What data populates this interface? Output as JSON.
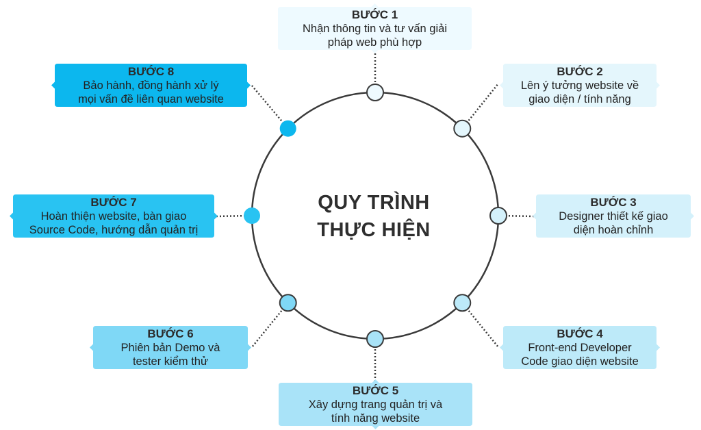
{
  "center": {
    "line1": "QUY TRÌNH",
    "line2": "THỰC HIỆN"
  },
  "steps": [
    {
      "title": "BƯỚC 1",
      "desc1": "Nhận thông tin và tư vấn giải",
      "desc2": "pháp web phù hợp",
      "box_color": "#eefaff",
      "node_color": "#eefaff"
    },
    {
      "title": "BƯỚC 2",
      "desc1": "Lên ý tưởng website về",
      "desc2": "giao diện / tính năng",
      "box_color": "#e4f6fc",
      "node_color": "#e4f6fc"
    },
    {
      "title": "BƯỚC 3",
      "desc1": "Designer thiết kế giao",
      "desc2": "diện hoàn chỉnh",
      "box_color": "#d4f1fb",
      "node_color": "#d4f1fb"
    },
    {
      "title": "BƯỚC 4",
      "desc1": "Front-end Developer",
      "desc2": "Code giao diện website",
      "box_color": "#bdeaf9",
      "node_color": "#bdeaf9"
    },
    {
      "title": "BƯỚC 5",
      "desc1": "Xây dựng trang quản trị và",
      "desc2": "tính năng website",
      "box_color": "#a9e3f8",
      "node_color": "#a9e3f8"
    },
    {
      "title": "BƯỚC 6",
      "desc1": "Phiên bản Demo và",
      "desc2": "tester kiểm thử",
      "box_color": "#7fd8f6",
      "node_color": "#7fd8f6"
    },
    {
      "title": "BƯỚC 7",
      "desc1": "Hoàn thiện website, bàn giao",
      "desc2": "Source Code, hướng dẫn quản trị",
      "box_color": "#29c3f2",
      "node_color": "#29c3f2"
    },
    {
      "title": "BƯỚC 8",
      "desc1": "Bảo hành, đồng hành xử lý",
      "desc2": "mọi vấn đề liên quan website",
      "box_color": "#0cb7ee",
      "node_color": "#0cb7ee"
    }
  ]
}
